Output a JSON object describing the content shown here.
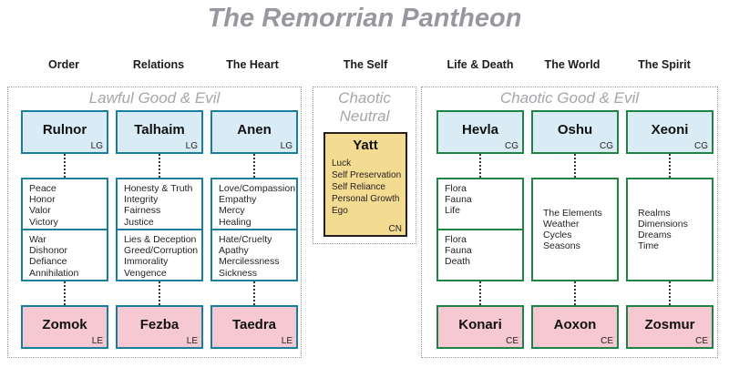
{
  "title": "The Remorrian Pantheon",
  "column_headers": [
    "Order",
    "Relations",
    "The Heart",
    "The Self",
    "Life & Death",
    "The World",
    "The Spirit"
  ],
  "groups": {
    "lawful": {
      "label": "Lawful Good & Evil",
      "columns": [
        {
          "good": {
            "name": "Rulnor",
            "alignment": "LG"
          },
          "virtues": [
            "Peace",
            "Honor",
            "Valor",
            "Victory"
          ],
          "vices": [
            "War",
            "Dishonor",
            "Defiance",
            "Annihilation"
          ],
          "evil": {
            "name": "Zomok",
            "alignment": "LE"
          }
        },
        {
          "good": {
            "name": "Talhaim",
            "alignment": "LG"
          },
          "virtues": [
            "Honesty & Truth",
            "Integrity",
            "Fairness",
            "Justice"
          ],
          "vices": [
            "Lies & Deception",
            "Greed/Corruption",
            "Immorality",
            "Vengence"
          ],
          "evil": {
            "name": "Fezba",
            "alignment": "LE"
          }
        },
        {
          "good": {
            "name": "Anen",
            "alignment": "LG"
          },
          "virtues": [
            "Love/Compassion",
            "Empathy",
            "Mercy",
            "Healing"
          ],
          "vices": [
            "Hate/Cruelty",
            "Apathy",
            "Mercilessness",
            "Sickness"
          ],
          "evil": {
            "name": "Taedra",
            "alignment": "LE"
          }
        }
      ]
    },
    "neutral": {
      "label_line1": "Chaotic",
      "label_line2": "Neutral",
      "deity": {
        "name": "Yatt",
        "alignment": "CN",
        "domains": [
          "Luck",
          "Self Preservation",
          "Self Reliance",
          "Personal Growth",
          "Ego"
        ]
      }
    },
    "chaotic": {
      "label": "Chaotic Good & Evil",
      "columns": [
        {
          "good": {
            "name": "Hevla",
            "alignment": "CG"
          },
          "virtues": [
            "Flora",
            "Fauna",
            "Life"
          ],
          "vices": [
            "Flora",
            "Fauna",
            "Death"
          ],
          "evil": {
            "name": "Konari",
            "alignment": "CE"
          }
        },
        {
          "good": {
            "name": "Oshu",
            "alignment": "CG"
          },
          "domains": [
            "The Elements",
            "Weather",
            "Cycles",
            "Seasons"
          ],
          "evil": {
            "name": "Aoxon",
            "alignment": "CE"
          }
        },
        {
          "good": {
            "name": "Xeoni",
            "alignment": "CG"
          },
          "domains": [
            "Realms",
            "Dimensions",
            "Dreams",
            "Time"
          ],
          "evil": {
            "name": "Zosmur",
            "alignment": "CE"
          }
        }
      ]
    }
  },
  "colors": {
    "title-gray": "#97989d",
    "group-label-gray": "#a6a6ab",
    "dashed-border": "#9b9b9b",
    "teal-border": "#1a7f9e",
    "green-border": "#1f8343",
    "good-fill": "#d9ecf6",
    "evil-fill": "#f6c8d2",
    "neutral-fill": "#f4db92",
    "neutral-border": "#231f20",
    "text-dark": "#231f20"
  }
}
